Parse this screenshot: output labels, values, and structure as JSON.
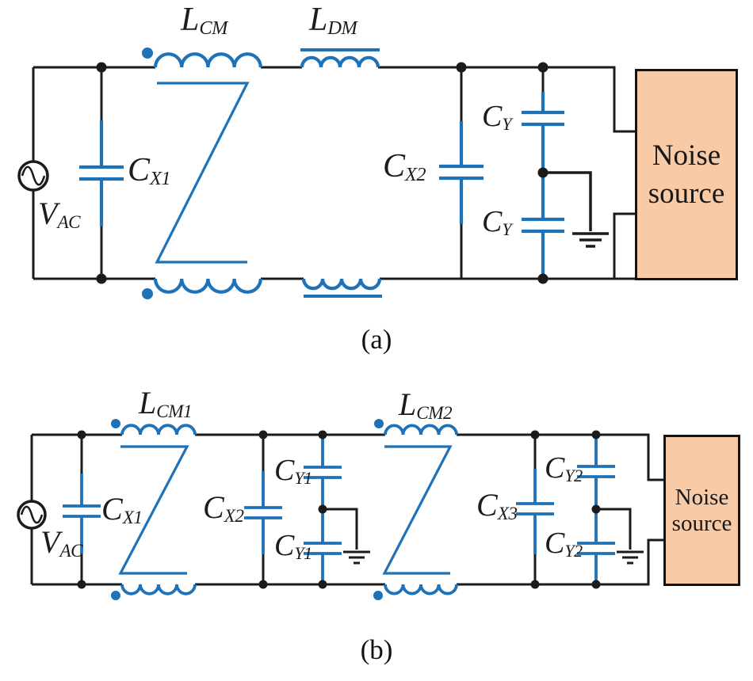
{
  "colors": {
    "wire": "#1b1b1b",
    "blue": "#1e72b8",
    "noise_fill": "#f8cba6",
    "label": "#1c1c1c",
    "background": "#ffffff"
  },
  "figure_a": {
    "caption": "(a)",
    "labels": {
      "vac": {
        "main": "V",
        "sub": "AC"
      },
      "lcm": {
        "main": "L",
        "sub": "CM"
      },
      "ldm": {
        "main": "L",
        "sub": "DM"
      },
      "cx1": {
        "main": "C",
        "sub": "X1"
      },
      "cx2": {
        "main": "C",
        "sub": "X2"
      },
      "cy_top": {
        "main": "C",
        "sub": "Y"
      },
      "cy_bot": {
        "main": "C",
        "sub": "Y"
      }
    },
    "noise_source": {
      "line1": "Noise",
      "line2": "source"
    }
  },
  "figure_b": {
    "caption": "(b)",
    "labels": {
      "vac": {
        "main": "V",
        "sub": "AC"
      },
      "lcm1": {
        "main": "L",
        "sub": "CM1"
      },
      "lcm2": {
        "main": "L",
        "sub": "CM2"
      },
      "cx1": {
        "main": "C",
        "sub": "X1"
      },
      "cx2": {
        "main": "C",
        "sub": "X2"
      },
      "cx3": {
        "main": "C",
        "sub": "X3"
      },
      "cy1_top": {
        "main": "C",
        "sub": "Y1"
      },
      "cy1_bot": {
        "main": "C",
        "sub": "Y1"
      },
      "cy2_top": {
        "main": "C",
        "sub": "Y2"
      },
      "cy2_bot": {
        "main": "C",
        "sub": "Y2"
      }
    },
    "noise_source": {
      "line1": "Noise",
      "line2": "source"
    }
  }
}
